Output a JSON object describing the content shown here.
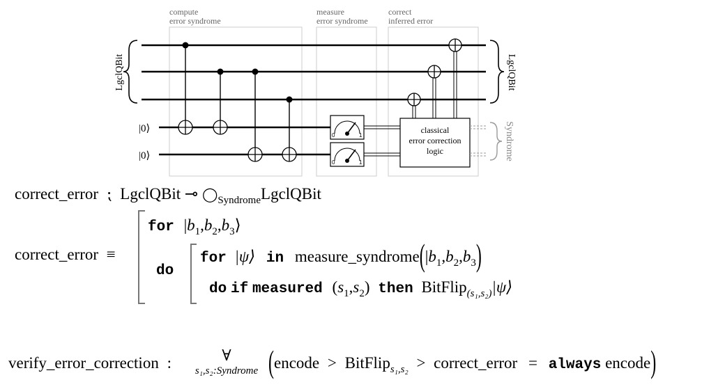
{
  "circuit": {
    "stages": [
      {
        "line1": "compute",
        "line2": "error syndrome"
      },
      {
        "line1": "measure",
        "line2": "error syndrome"
      },
      {
        "line1": "correct",
        "line2": "inferred error"
      }
    ],
    "left_group_label": "LgclQBit",
    "right_group_label": "LgclQBit",
    "syndrome_label": "Syndrome",
    "ancilla_inputs": [
      "|0⟩",
      "|0⟩"
    ],
    "meter_ticks": {
      "low": "0",
      "high": "1"
    },
    "logic_box": {
      "line1": "classical",
      "line2": "error correction",
      "line3": "logic"
    }
  },
  "type_sig": {
    "name": "correct_error",
    "sep": "⁏",
    "dom": "LgclQBit",
    "arrow": "⊸",
    "circ": "◯",
    "circ_sub": "Syndrome",
    "cod": "LgclQBit"
  },
  "def": {
    "name": "correct_error",
    "equiv": "≡",
    "for_kw": "for",
    "ket_open": "|",
    "b1": "b",
    "b1_sub": "1",
    "b2": "b",
    "b2_sub": "2",
    "b3": "b",
    "b3_sub": "3",
    "ket_close": "⟩",
    "do_kw": "do",
    "inner_for_kw": "for",
    "psi": "|ψ⟩",
    "in_kw": "in",
    "measure_fn": "measure_syndrome",
    "do2_kw": "do",
    "if_kw": "if",
    "measured_kw": "measured",
    "s1": "s",
    "s1_sub": "1",
    "s2": "s",
    "s2_sub": "2",
    "then_kw": "then",
    "bitflip": "BitFlip",
    "bitflip_sub": "(s₁,s₂)",
    "psi_end": "|ψ⟩"
  },
  "verify": {
    "name": "verify_error_correction",
    "colon": ":",
    "forall": "∀",
    "forall_sub": "s₁,s₂:Syndrome",
    "encode": "encode",
    "seq": ">",
    "bitflip": "BitFlip",
    "bitflip_sub": "s₁,s₂",
    "seq2": ">",
    "correct": "correct_error",
    "eq": "=",
    "always_kw": "always",
    "encode2": "encode"
  }
}
